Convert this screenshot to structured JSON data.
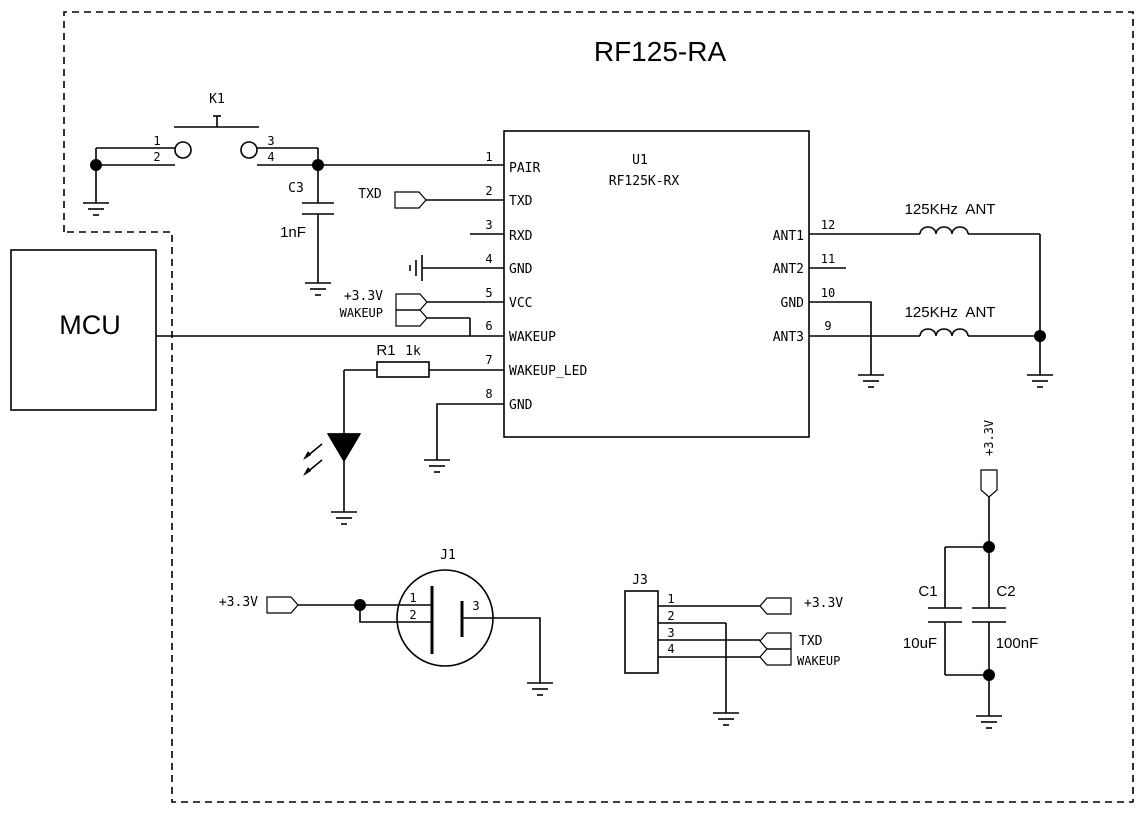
{
  "title": "RF125-RA",
  "mcu_label": "MCU",
  "u1": {
    "ref": "U1",
    "part": "RF125K-RX",
    "left_pins": [
      {
        "num": "1",
        "name": "PAIR"
      },
      {
        "num": "2",
        "name": "TXD"
      },
      {
        "num": "3",
        "name": "RXD"
      },
      {
        "num": "4",
        "name": "GND"
      },
      {
        "num": "5",
        "name": "VCC"
      },
      {
        "num": "6",
        "name": "WAKEUP"
      },
      {
        "num": "7",
        "name": "WAKEUP_LED"
      },
      {
        "num": "8",
        "name": "GND"
      }
    ],
    "right_pins": [
      {
        "num": "12",
        "name": "ANT1"
      },
      {
        "num": "11",
        "name": "ANT2"
      },
      {
        "num": "10",
        "name": "GND"
      },
      {
        "num": "9",
        "name": "ANT3"
      }
    ]
  },
  "k1": {
    "ref": "K1",
    "pins": [
      "1",
      "2",
      "3",
      "4"
    ]
  },
  "c3": {
    "ref": "C3",
    "value": "1nF"
  },
  "r1": {
    "ref": "R1",
    "value": "1k"
  },
  "antenna_labels": [
    "125KHz  ANT",
    "125KHz  ANT"
  ],
  "net_labels": {
    "txd": "TXD",
    "v33": "+3.3V",
    "wakeup": "WAKEUP",
    "v33_j1": "+3.3V",
    "v33_j3": "+3.3V",
    "txd_j3": "TXD",
    "wakeup_j3": "WAKEUP",
    "v33_top": "+3.3V"
  },
  "j1": {
    "ref": "J1",
    "pins": [
      "1",
      "2",
      "3"
    ]
  },
  "j3": {
    "ref": "J3",
    "pins": [
      "1",
      "2",
      "3",
      "4"
    ]
  },
  "c1": {
    "ref": "C1",
    "value": "10uF"
  },
  "c2": {
    "ref": "C2",
    "value": "100nF"
  }
}
